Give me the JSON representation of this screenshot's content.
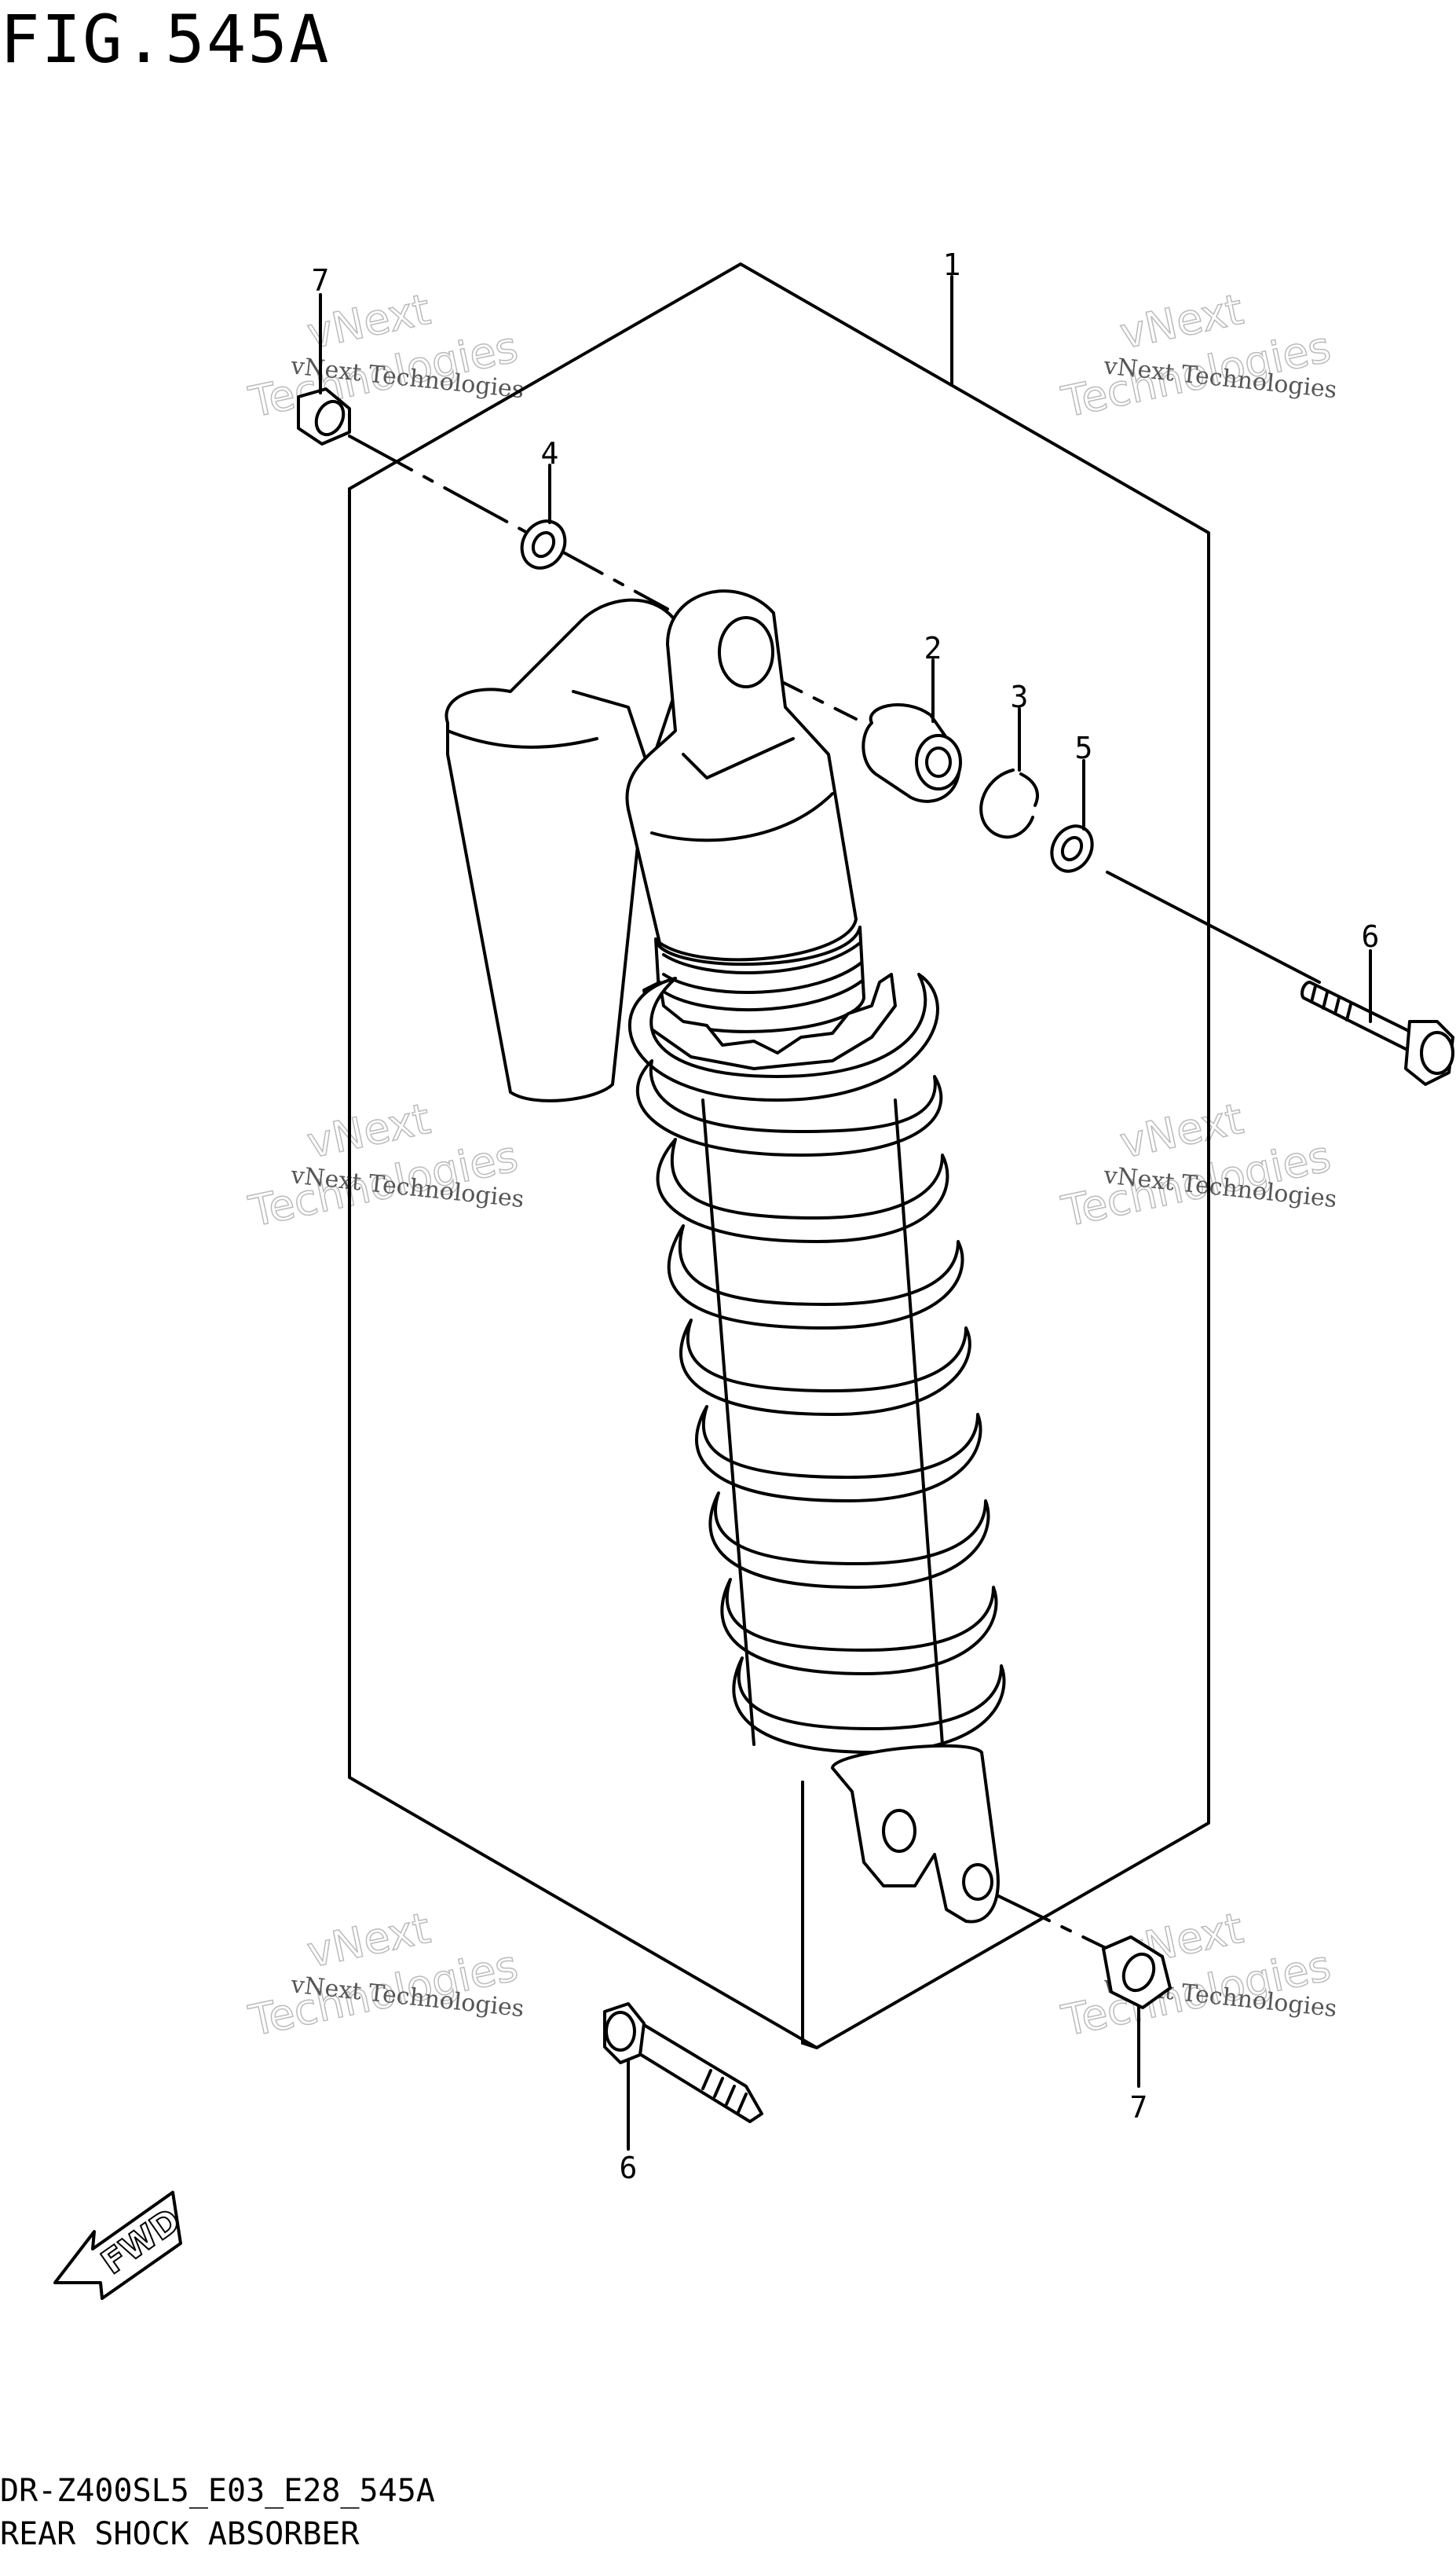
{
  "figure": {
    "title": "FIG.545A",
    "code": "DR-Z400SL5_E03_E28_545A",
    "name": "REAR SHOCK ABSORBER"
  },
  "callouts": [
    {
      "id": "c1",
      "label": "1"
    },
    {
      "id": "c2",
      "label": "2"
    },
    {
      "id": "c3",
      "label": "3"
    },
    {
      "id": "c4",
      "label": "4"
    },
    {
      "id": "c5",
      "label": "5"
    },
    {
      "id": "c6a",
      "label": "6"
    },
    {
      "id": "c6b",
      "label": "6"
    },
    {
      "id": "c7a",
      "label": "7"
    },
    {
      "id": "c7b",
      "label": "7"
    }
  ],
  "watermark": {
    "line1": "vNext Technologies",
    "line2": "vNext",
    "line3": "Technologies"
  },
  "fwd_label": "FWD"
}
